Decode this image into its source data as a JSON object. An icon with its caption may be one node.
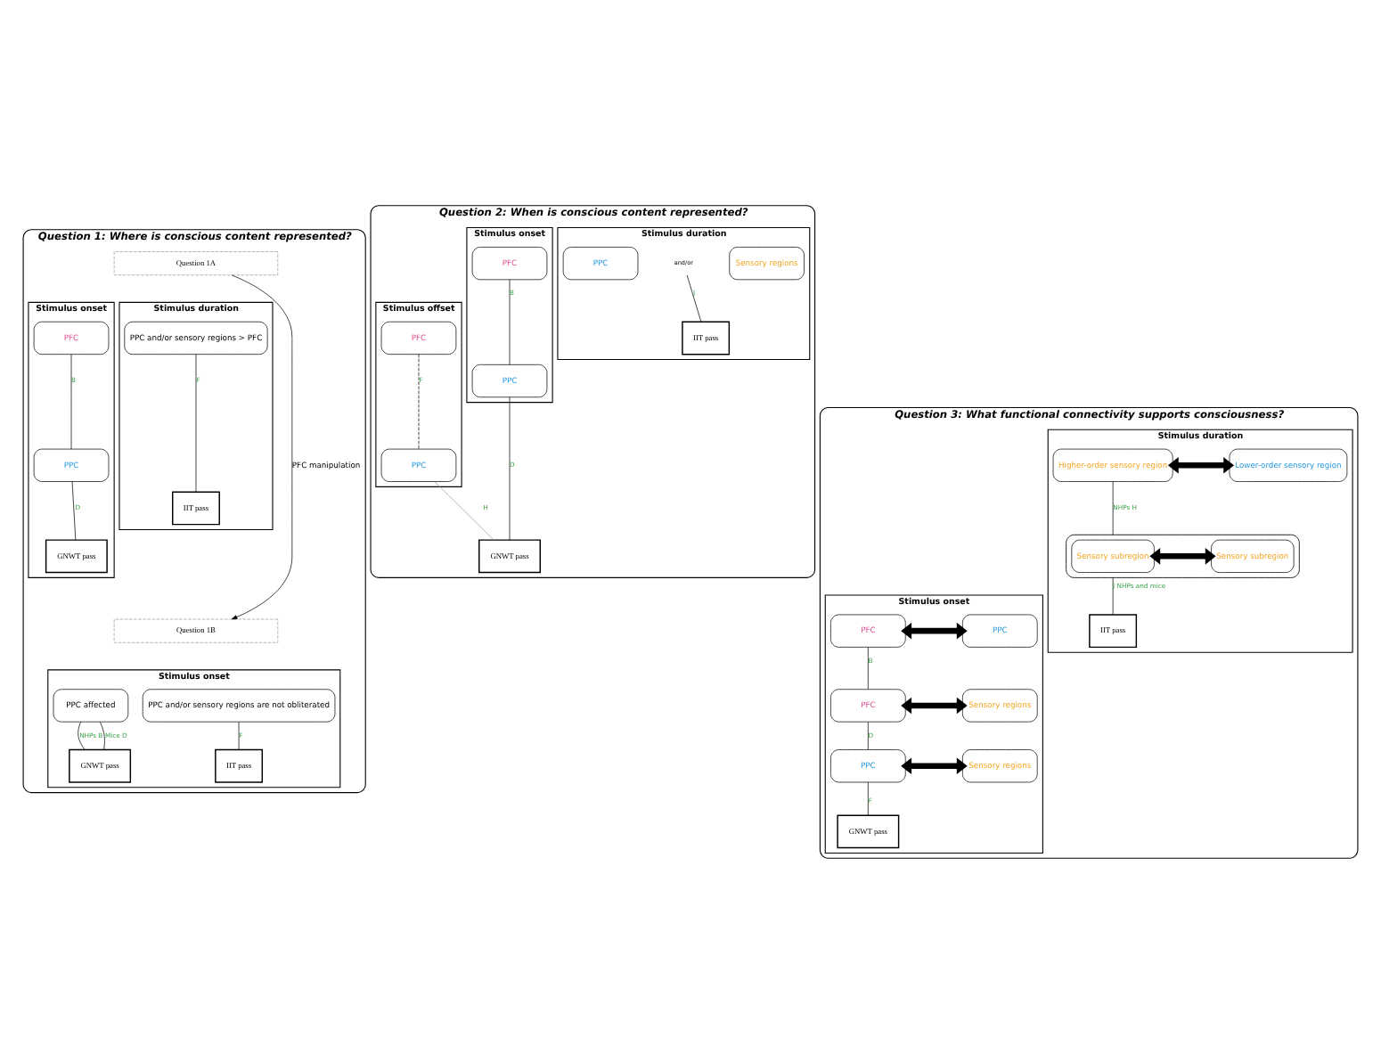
{
  "diagram": {
    "nodes": [
      {
        "text": [
          "Question 1: Where is conscious content represented?"
        ]
      },
      {
        "text": [
          "Question 1A"
        ],
        "in": 0
      },
      {
        "text": [
          "Stimulus onset"
        ],
        "in": 0
      },
      {
        "text": [
          "PFC"
        ],
        "in": 2
      },
      {
        "text": [
          "PPC"
        ],
        "in": 2
      },
      {
        "text": [
          "GNWT pass"
        ],
        "in": 2
      },
      {
        "text": [
          "Stimulus duration"
        ],
        "in": 0
      },
      {
        "text": [
          "PPC and/or sensory regions > PFC"
        ],
        "in": 6
      },
      {
        "text": [
          "IIT pass"
        ],
        "in": 6
      },
      {
        "text": [
          "Question 1B"
        ],
        "in": 0
      },
      {
        "text": [
          "Stimulus onset"
        ],
        "in": 0
      },
      {
        "text": [
          "PPC affected"
        ],
        "in": 10
      },
      {
        "text": [
          "PPC and/or sensory regions are not obliterated"
        ],
        "in": 10
      },
      {
        "text": [
          "GNWT pass"
        ],
        "in": 10
      },
      {
        "text": [
          "IIT pass"
        ],
        "in": 10
      },
      {
        "text": [
          "Question 2: When is conscious content represented?"
        ]
      },
      {
        "text": [
          "Stimulus onset"
        ],
        "in": 15
      },
      {
        "text": [
          "PFC"
        ],
        "in": 16
      },
      {
        "text": [
          "PPC"
        ],
        "in": 16
      },
      {
        "text": [
          "Stimulus offset"
        ],
        "in": 15
      },
      {
        "text": [
          "PFC"
        ],
        "in": 19
      },
      {
        "text": [
          "PPC"
        ],
        "in": 19
      },
      {
        "text": [
          "GNWT pass"
        ],
        "in": 15
      },
      {
        "text": [
          "Stimulus duration"
        ],
        "in": 15
      },
      {
        "text": [
          "PPC"
        ],
        "in": 23
      },
      {
        "text": [
          "and/or"
        ],
        "in": 23
      },
      {
        "text": [
          "Sensory regions"
        ],
        "in": 23
      },
      {
        "text": [
          "IIT pass"
        ],
        "in": 23
      },
      {
        "text": [
          "Question 3: What functional connectivity supports consciousness?"
        ]
      },
      {
        "text": [
          "Stimulus onset"
        ],
        "in": 28
      },
      {
        "text": [
          "PFC"
        ],
        "in": 29
      },
      {
        "text": [
          "PPC"
        ],
        "in": 29
      },
      {
        "text": [
          "PFC"
        ],
        "in": 29
      },
      {
        "text": [
          "Sensory regions"
        ],
        "in": 29
      },
      {
        "text": [
          "PPC"
        ],
        "in": 29
      },
      {
        "text": [
          "Sensory regions"
        ],
        "in": 29
      },
      {
        "text": [
          "GNWT pass"
        ],
        "in": 29
      },
      {
        "text": [
          "Stimulus duration"
        ],
        "in": 28
      },
      {
        "text": [
          "Higher-order sensory region"
        ],
        "in": 37
      },
      {
        "text": [
          "Lower-order sensory region"
        ],
        "in": 37
      },
      {
        "text": [],
        "shape": "box",
        "in": 37
      },
      {
        "text": [
          "Sensory subregion"
        ],
        "in": 40
      },
      {
        "text": [
          "Sensory subregion"
        ],
        "in": 40
      },
      {
        "text": [
          "IIT pass"
        ],
        "in": 37
      }
    ],
    "edges": [
      {
        "from": 3,
        "to": 4,
        "arrow": "none",
        "label": "B"
      },
      {
        "from": 4,
        "to": 5,
        "arrow": "none",
        "label": "D"
      },
      {
        "from": 7,
        "to": 8,
        "arrow": "none",
        "label": "F"
      },
      {
        "from": 1,
        "to": 9,
        "arrow": "to",
        "label": "PFC manipulation"
      },
      {
        "from": 11,
        "to": 13,
        "arrow": "none",
        "label": "NHPs B"
      },
      {
        "from": 11,
        "to": 13,
        "arrow": "none",
        "label": "Mice D"
      },
      {
        "from": 12,
        "to": 14,
        "arrow": "none",
        "label": "F"
      },
      {
        "from": 17,
        "to": 18,
        "arrow": "none",
        "label": "B"
      },
      {
        "from": 20,
        "to": 21,
        "arrow": "none",
        "label": "F",
        "style": "dashed"
      },
      {
        "from": 18,
        "to": 22,
        "arrow": "none",
        "label": "D"
      },
      {
        "from": 21,
        "to": 22,
        "arrow": "none",
        "label": "H",
        "color": "#999999"
      },
      {
        "from": 25,
        "to": 27,
        "arrow": "none",
        "label": "J"
      },
      {
        "from": 30,
        "to": 31,
        "arrow": "both",
        "style": "thick"
      },
      {
        "from": 32,
        "to": 33,
        "arrow": "both",
        "style": "thick"
      },
      {
        "from": 34,
        "to": 35,
        "arrow": "both",
        "style": "thick"
      },
      {
        "from": 30,
        "to": 32,
        "arrow": "none",
        "label": "B"
      },
      {
        "from": 32,
        "to": 34,
        "arrow": "none",
        "label": "D"
      },
      {
        "from": 34,
        "to": 36,
        "arrow": "none",
        "label": "F"
      },
      {
        "from": 38,
        "to": 39,
        "arrow": "both",
        "style": "thick"
      },
      {
        "from": 38,
        "to": 40,
        "arrow": "none",
        "label": "NHPs H"
      },
      {
        "from": 40,
        "to": 43,
        "arrow": "none",
        "label": "J NHPs and mice"
      },
      {
        "from": 41,
        "to": 42,
        "arrow": "both",
        "style": "thick"
      }
    ]
  }
}
